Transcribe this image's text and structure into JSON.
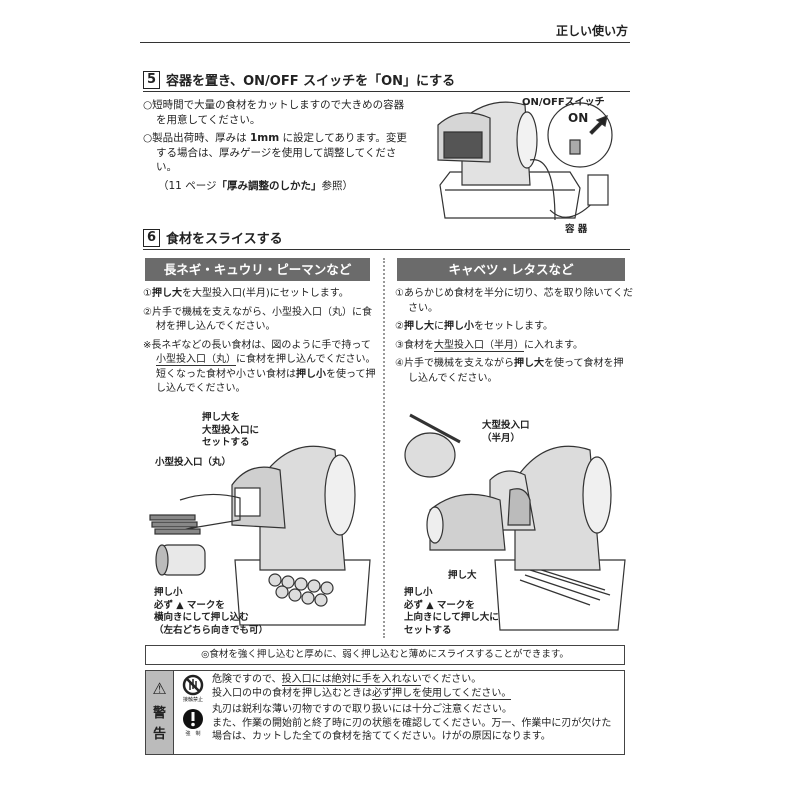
{
  "page_header": "正しい使い方",
  "section5": {
    "number": "5",
    "title": "容器を置き、ON/OFF スイッチを「ON」にする",
    "items": [
      "○短時間で大量の食材をカットしますので大きめの容器を用意してください。",
      {
        "pre": "○製品出荷時、厚みは ",
        "bold": "1mm",
        "post": " に設定してあります。変更する場合は、厚みゲージを使用して調整してください。"
      }
    ],
    "ref": {
      "pre": "（11 ページ",
      "bold": "「厚み調整のしかた」",
      "post": "参照）"
    },
    "illustration": {
      "switch_label": "ON/OFFスイッチ",
      "on_label": "ON",
      "container_label": "容 器"
    }
  },
  "section6": {
    "number": "6",
    "title": "食材をスライスする",
    "left": {
      "heading": "長ネギ・キュウリ・ピーマンなど",
      "step1": {
        "num": "①",
        "bold": "押し大",
        "post": "を大型投入口(半月)にセットします。"
      },
      "step2": {
        "num": "②",
        "text": "片手で機械を支えながら、小型投入口（丸）に食材を押し込んでください。"
      },
      "note": {
        "pre": "※長ネギなどの長い食材は、図のように手で持って",
        "u": "小型投入口（丸）",
        "mid": "に食材を押し込んでください。短くなった食材や小さい食材は",
        "bold": "押し小",
        "post": "を使って押し込んでください。"
      },
      "labels": {
        "pusher_large": [
          "押し大を",
          "大型投入口に",
          "セットする"
        ],
        "small_inlet": "小型投入口（丸）",
        "pusher_small": [
          "押し小",
          "必ず ▲ マークを",
          "横向きにして押し込む",
          "（左右どちら向きでも可）"
        ]
      }
    },
    "right": {
      "heading": "キャベツ・レタスなど",
      "step1": {
        "num": "①",
        "text": "あらかじめ食材を半分に切り、芯を取り除いてください。"
      },
      "step2": {
        "num": "②",
        "b1": "押し大",
        "mid": "に",
        "b2": "押し小",
        "post": "をセットします。"
      },
      "step3": {
        "num": "③",
        "pre": "食材を",
        "u": "大型投入口（半月）",
        "post": "に入れます。"
      },
      "step4": {
        "num": "④",
        "pre": "片手で機械を支えながら",
        "bold": "押し大",
        "post": "を使って食材を押し込んでください。"
      },
      "labels": {
        "large_inlet": [
          "大型投入口",
          "（半月）"
        ],
        "pusher_large": "押し大",
        "pusher_small": [
          "押し小",
          "必ず ▲ マークを",
          "上向きにして押し大に",
          "セットする"
        ]
      }
    }
  },
  "tip": "◎食材を強く押し込むと厚めに、弱く押し込むと薄めにスライスすることができます。",
  "warning": {
    "label": [
      "警",
      "告"
    ],
    "icon1_caption": "接触禁止",
    "icon2_caption": "強　制",
    "line1": {
      "pre": "危険ですので、",
      "u": "投入口には絶対に手を入れない",
      "post": "でください。"
    },
    "line2": {
      "pre": "投入口の中の食材を押し込むときは",
      "u": "必ず押しを使用してください。"
    },
    "line3": "丸刃は鋭利な薄い刃物ですので取り扱いには十分ご注意ください。",
    "line4": "また、作業の開始前と終了時に刃の状態を確認してください。万一、作業中に刃が欠けた場合は、カットした全ての食材を捨ててください。けがの原因になります。"
  },
  "colors": {
    "band": "#6b6b6b",
    "warn_side": "#bbbbbb",
    "text": "#222222"
  }
}
